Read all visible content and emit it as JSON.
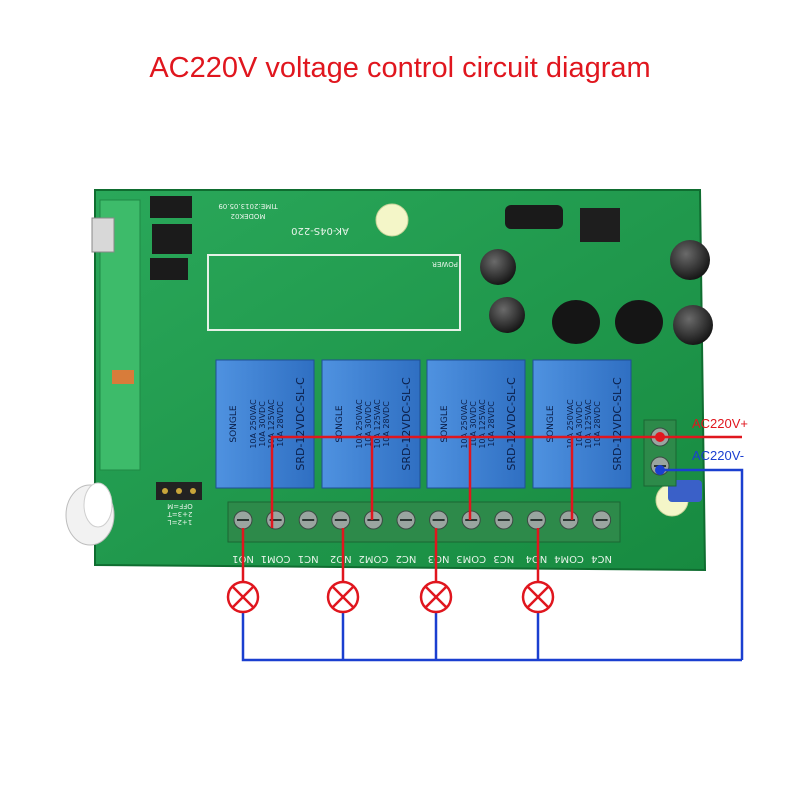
{
  "title": "AC220V voltage control circuit diagram",
  "colors": {
    "title": "#e0161e",
    "pcb": "#1f9a4a",
    "relay": "#3b7fd4",
    "live_wire": "#e0161e",
    "neutral_wire": "#1a3fd0",
    "lamp": "#e0161e"
  },
  "supply": {
    "live_label": "AC220V+",
    "neutral_label": "AC220V-"
  },
  "board": {
    "model": "AK-04S-220",
    "mode_text": "MODEK02",
    "date_text": "TIME:2013.05.09",
    "power_text": "POWER",
    "jumper_text": "1+2=L",
    "jumper_text2": "2+3=T",
    "jumper_text3": "OFF=M"
  },
  "relays": [
    {
      "brand": "SONGLE",
      "model": "SRD-12VDC-SL-C",
      "ratings": [
        "10A 250VAC",
        "10A 30VDC",
        "10A 125VAC",
        "10A 28VDC"
      ]
    },
    {
      "brand": "SONGLE",
      "model": "SRD-12VDC-SL-C",
      "ratings": [
        "10A 250VAC",
        "10A 30VDC",
        "10A 125VAC",
        "10A 28VDC"
      ]
    },
    {
      "brand": "SONGLE",
      "model": "SRD-12VDC-SL-C",
      "ratings": [
        "10A 250VAC",
        "10A 30VDC",
        "10A 125VAC",
        "10A 28VDC"
      ]
    },
    {
      "brand": "SONGLE",
      "model": "SRD-12VDC-SL-C",
      "ratings": [
        "10A 250VAC",
        "10A 30VDC",
        "10A 125VAC",
        "10A 28VDC"
      ]
    }
  ],
  "terminals": [
    "NO1",
    "COM1",
    "NC1",
    "NO2",
    "COM2",
    "NC2",
    "NO3",
    "COM3",
    "NC3",
    "NO4",
    "COM4",
    "NC4"
  ],
  "lamps": [
    "lamp-1",
    "lamp-2",
    "lamp-3",
    "lamp-4"
  ]
}
